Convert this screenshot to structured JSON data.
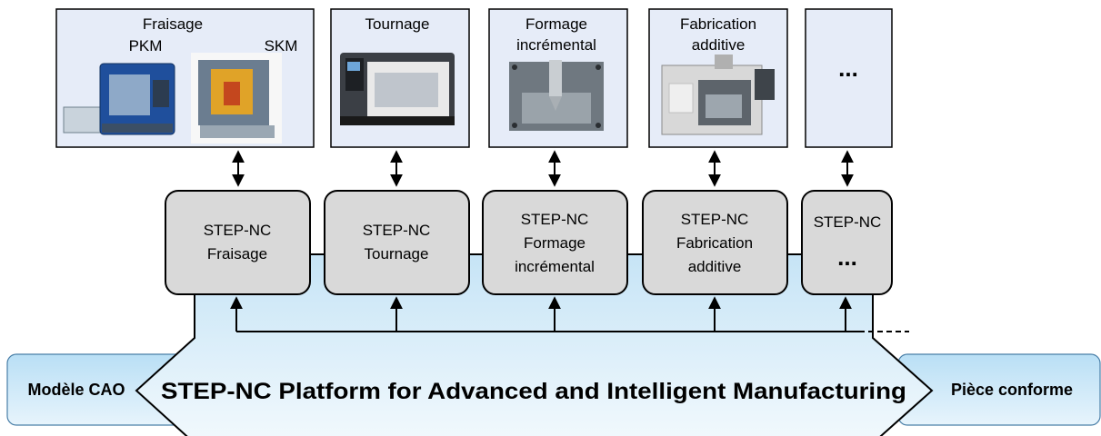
{
  "machines": [
    {
      "title_lines": [
        "Fraisage"
      ],
      "sub_labels": [
        "PKM",
        "SKM"
      ],
      "icons": [
        "pkm-milling-machine-photo",
        "skm-milling-machine-photo"
      ]
    },
    {
      "title_lines": [
        "Tournage"
      ],
      "icons": [
        "lathe-machine-photo"
      ]
    },
    {
      "title_lines": [
        "Formage",
        "incrémental"
      ],
      "icons": [
        "incremental-forming-tool-photo"
      ]
    },
    {
      "title_lines": [
        "Fabrication",
        "additive"
      ],
      "icons": [
        "additive-manufacturing-machine-photo"
      ]
    },
    {
      "title_lines": [
        "..."
      ],
      "icons": []
    }
  ],
  "modules": [
    {
      "lines": [
        "STEP-NC",
        "Fraisage"
      ]
    },
    {
      "lines": [
        "STEP-NC",
        "Tournage"
      ]
    },
    {
      "lines": [
        "STEP-NC",
        "Formage",
        "incrémental"
      ]
    },
    {
      "lines": [
        "STEP-NC",
        "Fabrication",
        "additive"
      ]
    },
    {
      "lines": [
        "STEP-NC",
        "..."
      ]
    }
  ],
  "platform": {
    "title": "STEP-NC Platform for Advanced and Intelligent Manufacturing",
    "input_label": "Modèle CAO",
    "output_label": "Pièce conforme"
  },
  "colors": {
    "machine_box_fill": "#e6ecf8",
    "module_fill": "#d9d9d9",
    "platform_fill": "#dbeef9",
    "side_box_fill": "#c3e3f7",
    "stroke": "#000000"
  }
}
